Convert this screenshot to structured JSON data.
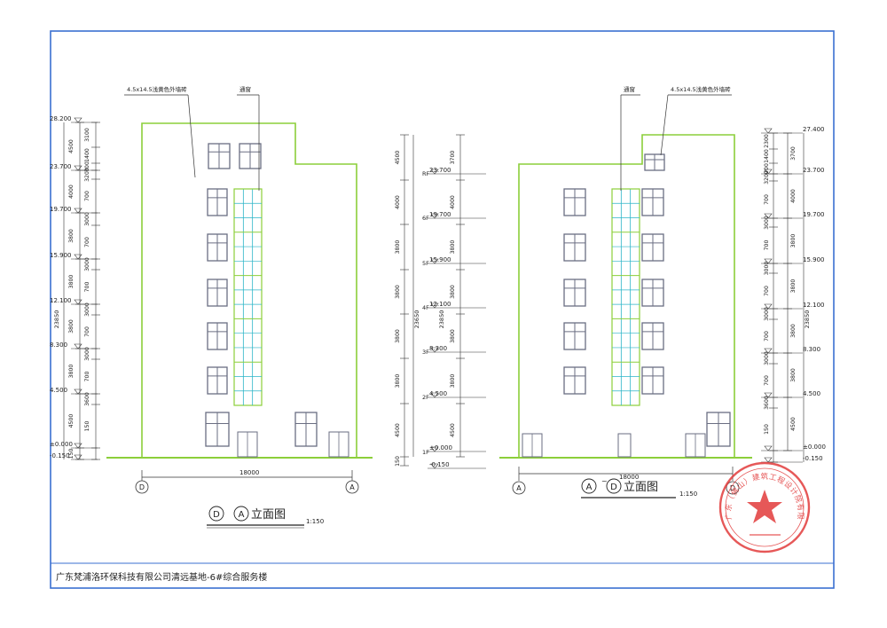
{
  "left_view": {
    "title": "D～A立面图",
    "title_circle_a": "D",
    "title_rest": "立面图",
    "title_circle_b": "A",
    "scale": "1:150",
    "callout_wall": "4.5x14.5浅黄色外墙砖",
    "callout_window": "通窗",
    "width_dim": "18000",
    "axis_start": "D",
    "axis_end": "A",
    "elevations": [
      "28.200",
      "23.700",
      "19.700",
      "15.900",
      "12.100",
      "8.300",
      "4.500",
      "±0.000",
      "-0.150"
    ],
    "dims_inner": [
      "3100",
      "1400",
      "700",
      "3200",
      "700",
      "3000",
      "700",
      "3000",
      "700",
      "3000",
      "700",
      "3000",
      "700",
      "3600",
      "150"
    ],
    "dims_outer": [
      "4500",
      "4000",
      "3800",
      "3800",
      "3800",
      "3800",
      "4500",
      "150"
    ],
    "total": "23850"
  },
  "section_view": {
    "floor_labels": [
      "RF",
      "6F",
      "5F",
      "4F",
      "3F",
      "2F",
      "1F"
    ],
    "elevations": [
      "23.700",
      "19.700",
      "15.900",
      "12.100",
      "8.300",
      "4.500",
      "±0.000",
      "-0.150"
    ],
    "dims_left": [
      "4500",
      "4000",
      "3800",
      "3800",
      "3800",
      "3800",
      "4500",
      "150"
    ],
    "dims_right": [
      "3700",
      "4000",
      "3800",
      "3800",
      "3800",
      "3800",
      "4500"
    ],
    "total_left": "23650",
    "total_right": "23850"
  },
  "right_view": {
    "title_circle_a": "A",
    "title_rest": "立面图",
    "title_circle_b": "D",
    "scale": "1:150",
    "callout_window": "通窗",
    "callout_wall": "4.5x14.5浅黄色外墙砖",
    "width_dim": "18000",
    "axis_start": "A",
    "axis_end": "D",
    "elevations": [
      "27.400",
      "23.700",
      "19.700",
      "15.900",
      "12.100",
      "8.300",
      "4.500",
      "±0.000",
      "-0.150"
    ],
    "dims_inner": [
      "2300",
      "1400",
      "700",
      "3200",
      "700",
      "3000",
      "700",
      "3000",
      "700",
      "3000",
      "700",
      "3000",
      "700",
      "3600",
      "150"
    ],
    "dims_outer": [
      "3700",
      "4000",
      "3800",
      "3800",
      "3800",
      "3800",
      "4500"
    ],
    "total": "23850"
  },
  "footer": {
    "project": "广东梵浦洛环保科技有限公司清远基地-6#综合服务楼"
  },
  "stamp": {
    "text": "广东（佛山）建筑工程设计院有限公司"
  },
  "colors": {
    "green": "#8ccf3a",
    "frame": "#3a6fd0",
    "cyan": "#2bb5c8",
    "window": "#6a6e82",
    "stamp": "#e23c3c"
  }
}
